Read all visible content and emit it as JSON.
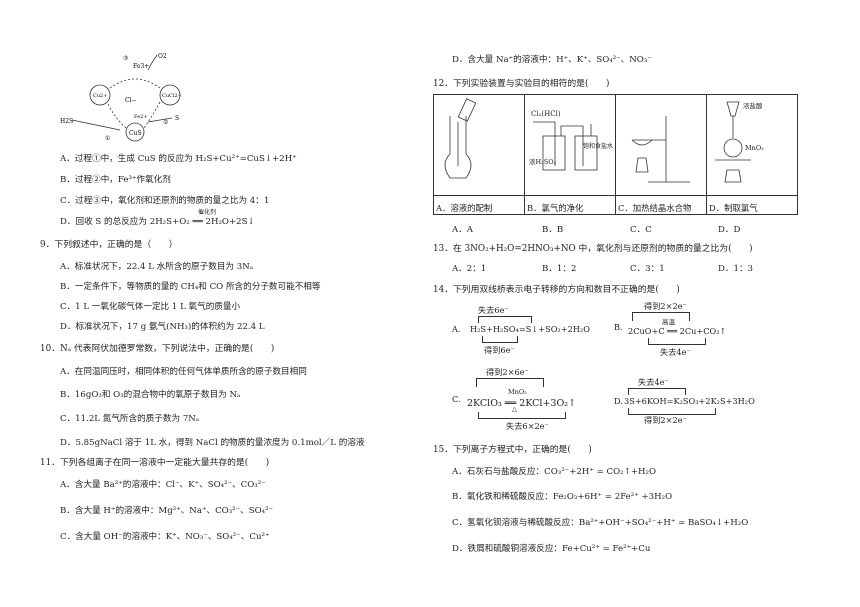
{
  "left": {
    "cycle": {
      "o2": "O2",
      "fe3_top": "Fe3+",
      "cu2": "Cu2+",
      "cl": "Cl−",
      "cucl": "CuCl2+",
      "h2s": "H2S",
      "fe2": "Fe2+",
      "s": "S",
      "cus": "CuS",
      "n1": "①",
      "n2": "②",
      "n3": "③"
    },
    "q8": {
      "a": "A．过程①中，生成 CuS 的反应为 H₂S+Cu²⁺=CuS↓+2H⁺",
      "b": "B．过程②中，Fe³⁺作氧化剂",
      "c": "C．过程③中，氧化剂和还原剂的物质的量之比为 4：1",
      "d": "D．回收 S 的总反应为 2H₂S+O₂ ══ 2H₂O+2S↓",
      "d_cond": "催化剂"
    },
    "q9": {
      "stem": "9．下列叙述中，正确的是（　　）",
      "a": "A．标准状况下，22.4 L 水所含的原子数目为 3Nₐ",
      "b": "B．一定条件下，等物质的量的 CH₄和 CO 所含的分子数可能不相等",
      "c": "C．1 L 一氧化碳气体一定比 1 L 氧气的质量小",
      "d": "D．标准状况下，17 g 氨气(NH₃)的体积约为 22.4 L"
    },
    "q10": {
      "stem": "10．Nₐ 代表阿伏加德罗常数，下列说法中，正确的是(　　)",
      "a": "A．在同温同压时，相同体积的任何气体单质所含的原子数目相同",
      "b": "B．16gO₂和 O₃的混合物中的氧原子数目为 Nₐ",
      "c": "C．11.2L 氮气所含的质子数为 7Nₐ",
      "d": "D．5.85gNaCl 溶于 1L 水，得到 NaCl 的物质的量浓度为 0.1mol／L 的溶液"
    },
    "q11": {
      "stem": "11．下列各组离子在同一溶液中一定能大量共存的是(　　)",
      "a": "A．含大量 Ba²⁺的溶液中：Cl⁻、K⁺、SO₄²⁻、CO₃²⁻",
      "b": "B．含大量 H⁺的溶液中：Mg²⁺、Na⁺、CO₃²⁻、SO₄²⁻",
      "c": "C．含大量 OH⁻的溶液中：K⁺、NO₃⁻、SO₄²⁻、Cu²⁺"
    }
  },
  "right": {
    "q11d": "D．含大量 Na⁺的溶液中：H⁺、K⁺、SO₄²⁻、NO₃⁻",
    "q12": {
      "stem": "12．下列实验装置与实验目的相符的是(　　)",
      "labels": {
        "cl2": "Cl₂(HCl)",
        "h2so4": "浓H₂SO₄",
        "nacl": "饱和食盐水",
        "hcl": "浓盐酸",
        "mno2": "MnO₂"
      },
      "captions": [
        "A．溶液的配制",
        "B．氯气的净化",
        "C．加热结晶水合物",
        "D．制取氯气"
      ],
      "options": [
        "A．A",
        "B．B",
        "C．C",
        "D．D"
      ]
    },
    "q13": {
      "stem": "13．在 3NO₂+H₂O=2HNO₃+NO 中，氧化剂与还原剂的物质的量之比为(　　)",
      "options": [
        "A．2：1",
        "B．1：2",
        "C．3：1",
        "D．1：3"
      ]
    },
    "q14": {
      "stem": "14．下列用双线桥表示电子转移的方向和数目不正确的是(　　)",
      "a_top": "失去6e⁻",
      "a_eq": "H₂S+H₂SO₄=S↓+SO₂+2H₂O",
      "a_bot": "得到6e⁻",
      "b_top": "得到2×2e⁻",
      "b_eq": "2CuO+C ══ 2Cu+CO₂↑",
      "b_cond": "高温",
      "b_bot": "失去4e⁻",
      "c_top": "得到2×6e⁻",
      "c_eq": "2KClO₃ ══ 2KCl+3O₂↑",
      "c_cond": "MnO₂",
      "c_cond2": "△",
      "c_bot": "失去6×2e⁻",
      "d_top": "失去4e⁻",
      "d_eq": "3S+6KOH=K₂SO₃+2K₂S+3H₂O",
      "d_bot": "得到2×2e⁻",
      "la": "A.",
      "lb": "B.",
      "lc": "C.",
      "ld": "D."
    },
    "q15": {
      "stem": "15．下列离子方程式中，正确的是(　　)",
      "a": "A．石灰石与盐酸反应：CO₃²⁻+2H⁺ = CO₂↑+H₂O",
      "b": "B．氧化铁和稀硫酸反应：Fe₂O₃+6H⁺ = 2Fe²⁺ +3H₂O",
      "c": "C．氢氧化钡溶液与稀硫酸反应：Ba²⁺+OH⁻+SO₄²⁻+H⁺ = BaSO₄↓+H₂O",
      "d": "D．铁屑和硫酸铜溶液反应：Fe+Cu²⁺ = Fe²⁺+Cu"
    }
  }
}
